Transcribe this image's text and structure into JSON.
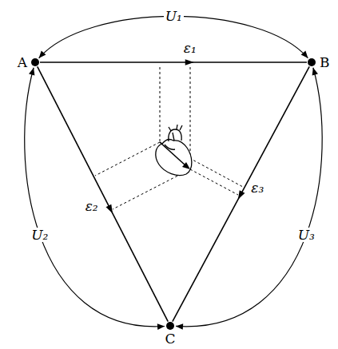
{
  "diagram": {
    "nodes": [
      {
        "text": [
          "A"
        ]
      },
      {
        "text": [
          "B"
        ]
      },
      {
        "text": [
          "C"
        ]
      }
    ],
    "edges": [
      {
        "from": 0,
        "to": 1,
        "label": "ε₁",
        "arrow": "none"
      },
      {
        "from": 0,
        "to": 2,
        "label": "ε₂",
        "arrow": "none"
      },
      {
        "from": 1,
        "to": 2,
        "label": "ε₃",
        "arrow": "none"
      },
      {
        "from": 0,
        "to": 1,
        "label": "U₁",
        "arrow": "both"
      },
      {
        "from": 0,
        "to": 2,
        "label": "U₂",
        "arrow": "both"
      },
      {
        "from": 1,
        "to": 2,
        "label": "U₃",
        "arrow": "both"
      }
    ]
  }
}
